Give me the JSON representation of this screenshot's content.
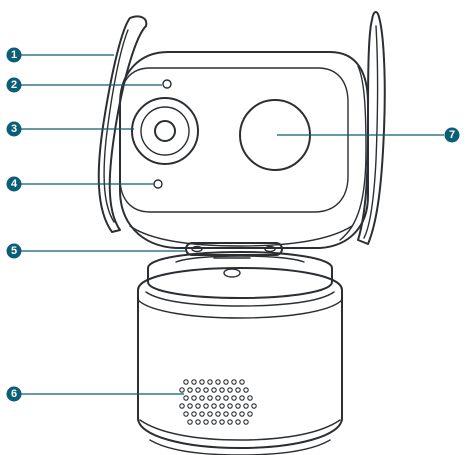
{
  "accent_color": "#0b5e77",
  "line_color": "#2b2f33",
  "callouts": [
    {
      "label": "1",
      "part": "antenna-left"
    },
    {
      "label": "2",
      "part": "light-sensor-top"
    },
    {
      "label": "3",
      "part": "camera-lens"
    },
    {
      "label": "4",
      "part": "microphone"
    },
    {
      "label": "5",
      "part": "memory-card-slot"
    },
    {
      "label": "6",
      "part": "speaker"
    },
    {
      "label": "7",
      "part": "sensor-window"
    }
  ]
}
